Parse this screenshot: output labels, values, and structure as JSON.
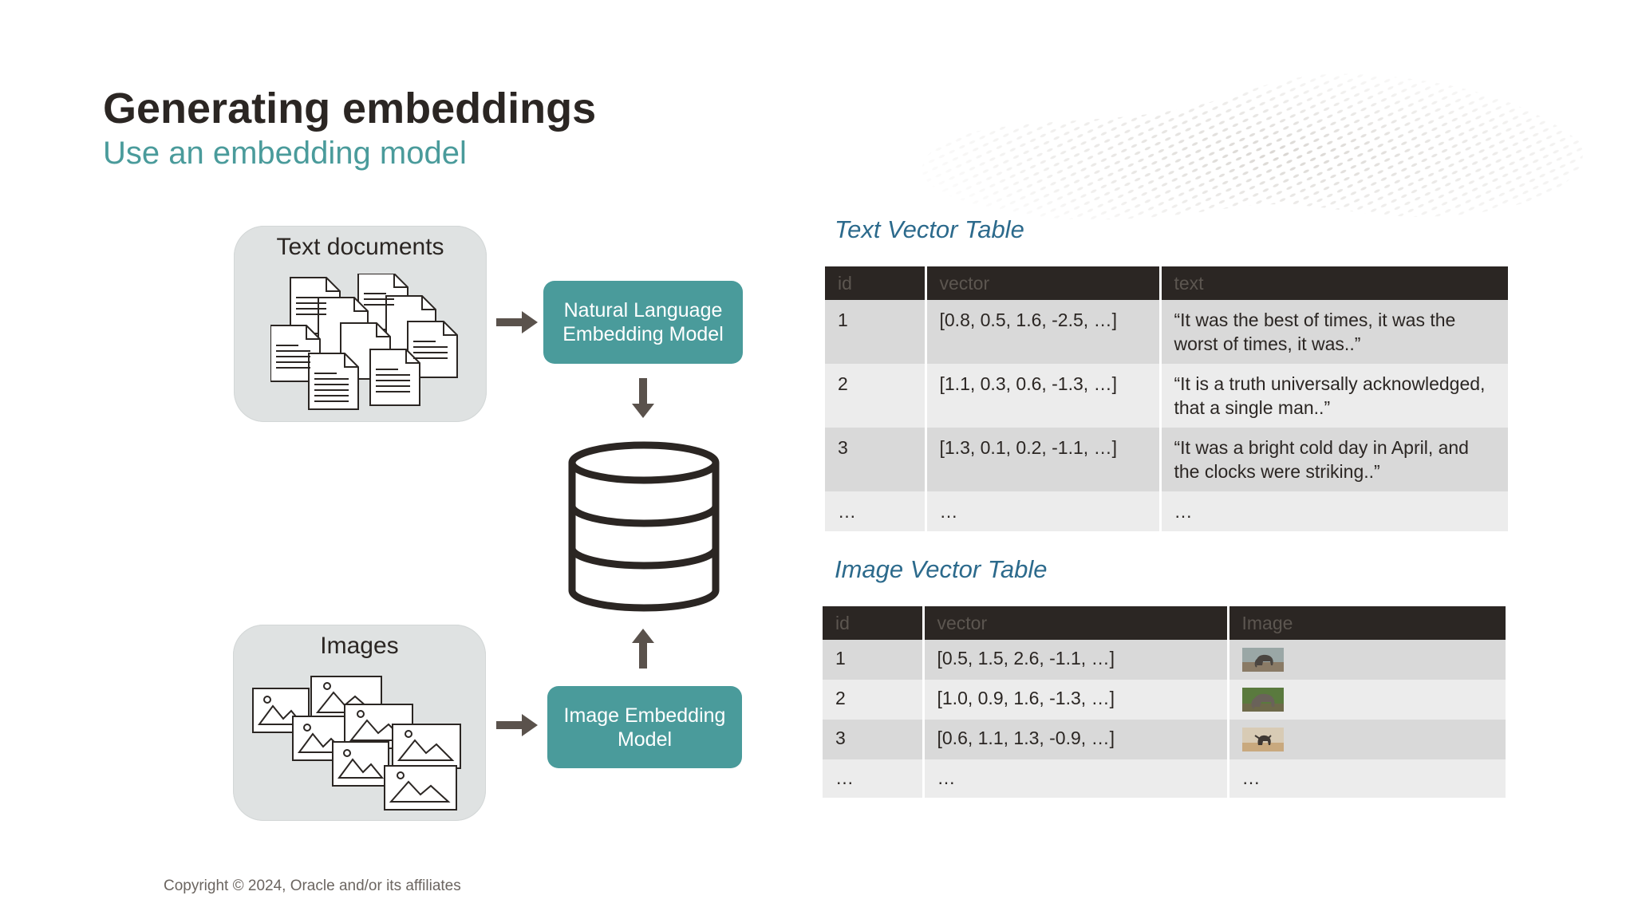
{
  "slide": {
    "title": "Generating embeddings",
    "subtitle": "Use an embedding model",
    "copyright": "Copyright © 2024, Oracle and/or its affiliates"
  },
  "diagram": {
    "text_card_label": "Text documents",
    "image_card_label": "Images",
    "nl_model_label": "Natural Language Embedding Model",
    "image_model_label": "Image Embedding Model",
    "accent_color": "#4a9b9b"
  },
  "text_table": {
    "title": "Text Vector Table",
    "headers": [
      "id",
      "vector",
      "text"
    ],
    "rows": [
      [
        "1",
        "[0.8, 0.5, 1.6, -2.5, …]",
        "“It was the best of times, it was the worst of times, it was..”"
      ],
      [
        "2",
        "[1.1, 0.3, 0.6, -1.3, …]",
        "“It is a truth universally acknowledged, that a single man..”"
      ],
      [
        "3",
        "[1.3, 0.1, 0.2, -1.1, …]",
        "“It was a bright cold day in April, and the clocks were striking..”"
      ],
      [
        "…",
        "…",
        "…"
      ]
    ]
  },
  "image_table": {
    "title": "Image Vector Table",
    "headers": [
      "id",
      "vector",
      "Image"
    ],
    "rows": [
      [
        "1",
        "[0.5, 1.5, 2.6, -1.1, …]",
        "elephant-thumbnail"
      ],
      [
        "2",
        "[1.0, 0.9, 1.6, -1.3, …]",
        "elephant-thumbnail"
      ],
      [
        "3",
        "[0.6, 1.1, 1.3, -0.9, …]",
        "elephant-thumbnail"
      ],
      [
        "…",
        "…",
        "…"
      ]
    ]
  }
}
